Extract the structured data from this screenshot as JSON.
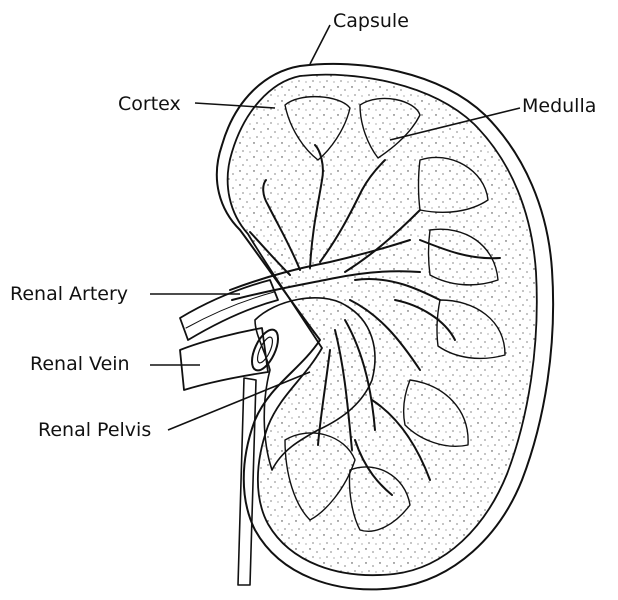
{
  "diagram": {
    "labels": {
      "capsule": "Capsule",
      "cortex": "Cortex",
      "medulla": "Medulla",
      "renal_artery": "Renal Artery",
      "renal_vein": "Renal Vein",
      "renal_pelvis": "Renal Pelvis"
    }
  },
  "colors": {
    "ink": "#111111",
    "background": "#ffffff"
  }
}
